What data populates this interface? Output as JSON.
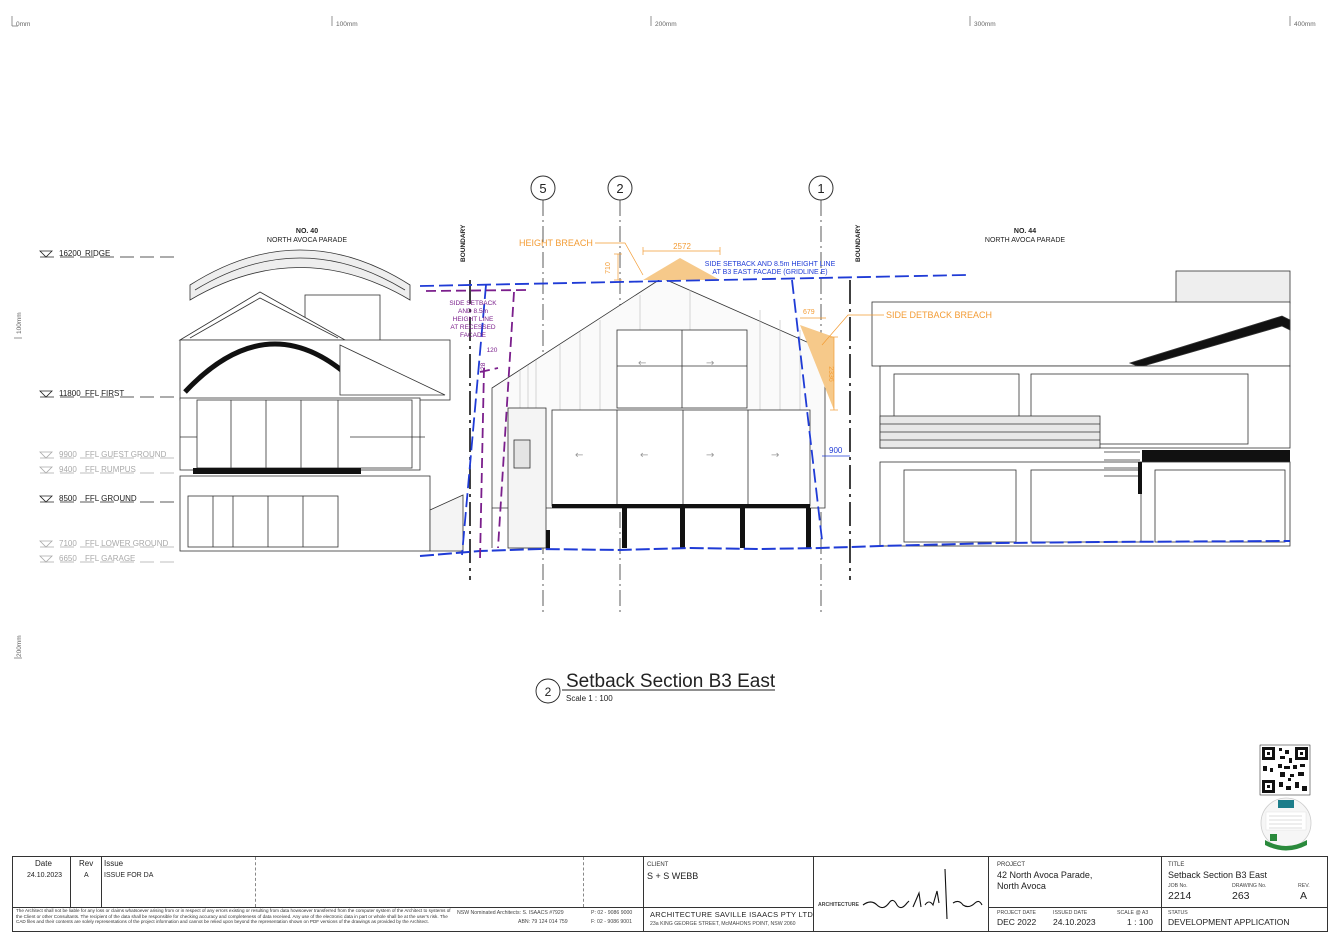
{
  "ruler": {
    "marks": [
      "0mm",
      "100mm",
      "200mm",
      "300mm",
      "400mm"
    ],
    "left_marks": [
      "100mm",
      "200mm"
    ]
  },
  "levels": [
    {
      "value": "16200",
      "name": "RIDGE",
      "faded": false
    },
    {
      "value": "11800",
      "name": "FFL FIRST",
      "faded": false
    },
    {
      "value": "9900",
      "name": "FFL GUEST GROUND",
      "faded": true
    },
    {
      "value": "9400",
      "name": "FFL RUMPUS",
      "faded": true
    },
    {
      "value": "8500",
      "name": "FFL GROUND",
      "faded": false
    },
    {
      "value": "7100",
      "name": "FFL LOWER GROUND",
      "faded": true
    },
    {
      "value": "6650",
      "name": "FFL GARAGE",
      "faded": true
    }
  ],
  "gridlines": [
    "5",
    "2",
    "1"
  ],
  "neighbours": {
    "left": {
      "number": "NO. 40",
      "street": "NORTH AVOCA PARADE"
    },
    "right": {
      "number": "NO. 44",
      "street": "NORTH AVOCA PARADE"
    }
  },
  "boundary_label": "BOUNDARY",
  "annotations": {
    "height_breach": "HEIGHT BREACH",
    "side_setback_breach": "SIDE DETBACK BREACH",
    "blue_note_1": "SIDE SETBACK AND 8.5m HEIGHT LINE",
    "blue_note_2": "AT B3 EAST FACADE (GRIDLINE E)",
    "purple_note": [
      "SIDE SETBACK",
      "AND 8.5m",
      "HEIGHT LINE",
      "AT RECESSED",
      "FACADE"
    ]
  },
  "dimensions": {
    "d2572": "2572",
    "d710": "710",
    "d679": "679",
    "d2336": "2336",
    "d900": "900",
    "d428": "428",
    "d120": "120"
  },
  "section": {
    "number": "2",
    "title": "Setback Section B3 East",
    "scale": "Scale 1 : 100"
  },
  "title_block": {
    "date_label": "Date",
    "rev_label": "Rev",
    "issue_label": "Issue",
    "date": "24.10.2023",
    "rev": "A",
    "issue": "ISSUE FOR DA",
    "client_label": "CLIENT",
    "client": "S + S WEBB",
    "project_label": "PROJECT",
    "project_line1": "42 North Avoca Parade,",
    "project_line2": "North Avoca",
    "title_label": "TITLE",
    "title": "Setback Section B3 East",
    "job_label": "JOB No.",
    "job": "2214",
    "drawing_label": "DRAWING No.",
    "drawing": "263",
    "rev2_label": "REV.",
    "rev2": "A",
    "project_date_label": "PROJECT DATE",
    "project_date": "DEC 2022",
    "issued_date_label": "ISSUED DATE",
    "issued_date": "24.10.2023",
    "scale_label": "SCALE @ A3",
    "scale": "1 : 100",
    "status_label": "STATUS",
    "status": "DEVELOPMENT APPLICATION",
    "nominated": "NSW Nominated Architects: S. ISAACS #7929",
    "abn": "ABN: 79 124 014 759",
    "phone": "P: 02 - 9086 9000",
    "fax": "F: 02 - 9086 9001",
    "firm": "ARCHITECTURE SAVILLE ISAACS PTY LTD",
    "address": "23a KING GEORGE STREET, McMAHONS POINT, NSW 2060",
    "logo_text": "ARCHITECTURE",
    "disclaimer": "The Architect shall not be liable for any loss or claims whatsoever arising from or in respect of any errors existing or resulting from data howsoever transferred from the computer system of the Architect to systems of the Client or other Consultants. The recipient of the data shall be responsible for checking accuracy and completeness of data received. Any use of the electronic data in part or whole shall be at the user's risk. The CAD files and their contents are solely representations of the project information and cannot be relied upon beyond the representation shown on PDF versions of the drawings as provided by the Architect."
  },
  "colors": {
    "orange": "#f39c35",
    "blue": "#1f3bd6",
    "purple": "#7b1f8c",
    "line": "#333333",
    "hatch": "#f6c98a"
  }
}
